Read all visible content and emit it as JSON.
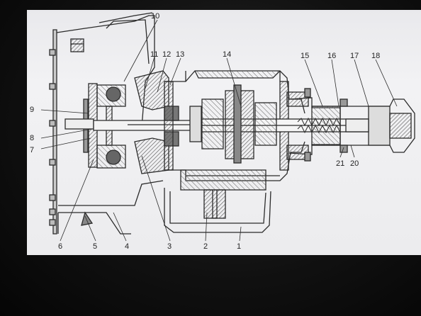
{
  "diagram": {
    "callouts": {
      "c1": "1",
      "c2": "2",
      "c3": "3",
      "c4": "4",
      "c5": "5",
      "c6": "6",
      "c7": "7",
      "c8": "8",
      "c9": "9",
      "c10": "10",
      "c11": "11",
      "c12": "12",
      "c13": "13",
      "c14": "14",
      "c15": "15",
      "c16": "16",
      "c17": "17",
      "c18": "18",
      "c20": "20",
      "c21": "21"
    },
    "colors": {
      "ink": "#2b2b2b",
      "hatch": "#555555",
      "paper": "#eeeeef",
      "bezel": "#0b0b0b"
    }
  }
}
